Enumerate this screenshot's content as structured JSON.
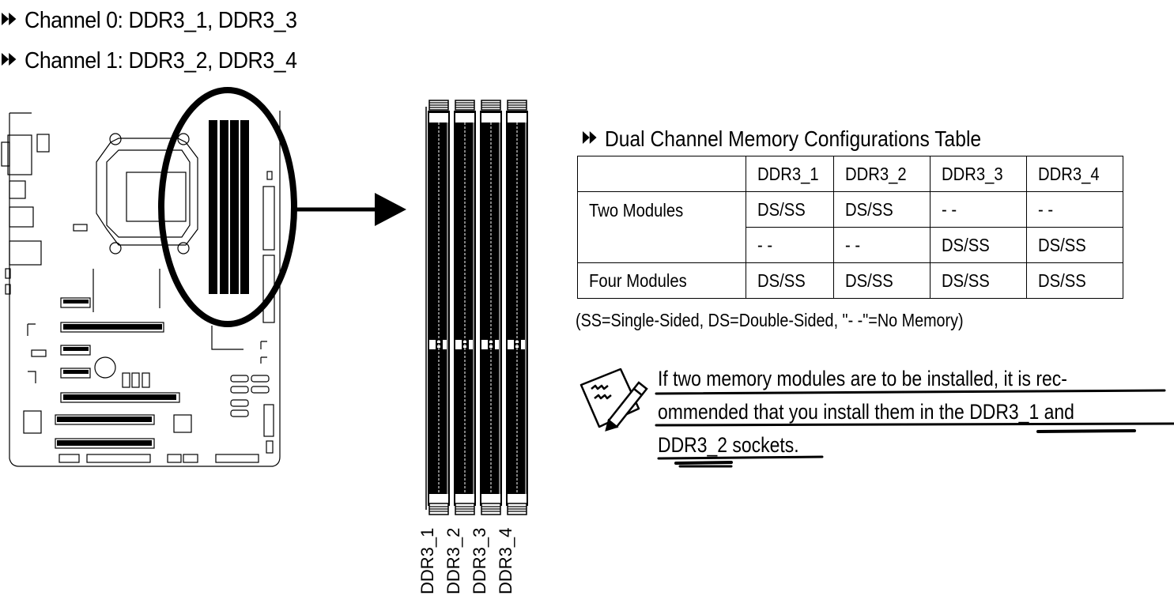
{
  "channels": [
    {
      "label": "Channel 0: DDR3_1, DDR3_3"
    },
    {
      "label": "Channel 1: DDR3_2, DDR3_4"
    }
  ],
  "diagram": {
    "slot_labels": [
      "DDR3_1",
      "DDR3_2",
      "DDR3_3",
      "DDR3_4"
    ],
    "highlight": "memory-slots-ellipse",
    "arrow": "arrow-right-icon"
  },
  "config_table": {
    "title": "Dual Channel Memory Configurations Table",
    "headers": [
      "",
      "DDR3_1",
      "DDR3_2",
      "DDR3_3",
      "DDR3_4"
    ],
    "rows": [
      {
        "label": "Two  Modules",
        "cells": [
          "DS/SS",
          "DS/SS",
          "- -",
          "- -"
        ]
      },
      {
        "label": "",
        "cells": [
          "- -",
          "- -",
          "DS/SS",
          "DS/SS"
        ]
      },
      {
        "label": "Four  Modules",
        "cells": [
          "DS/SS",
          "DS/SS",
          "DS/SS",
          "DS/SS"
        ]
      }
    ],
    "legend": "(SS=Single-Sided, DS=Double-Sided, \"- -\"=No Memory)"
  },
  "note": {
    "icon": "note-pencil-icon",
    "lines": [
      "If two memory modules are to be installed, it is rec-",
      "ommended that you install them in the DDR3_1 and",
      "DDR3_2 sockets."
    ]
  }
}
